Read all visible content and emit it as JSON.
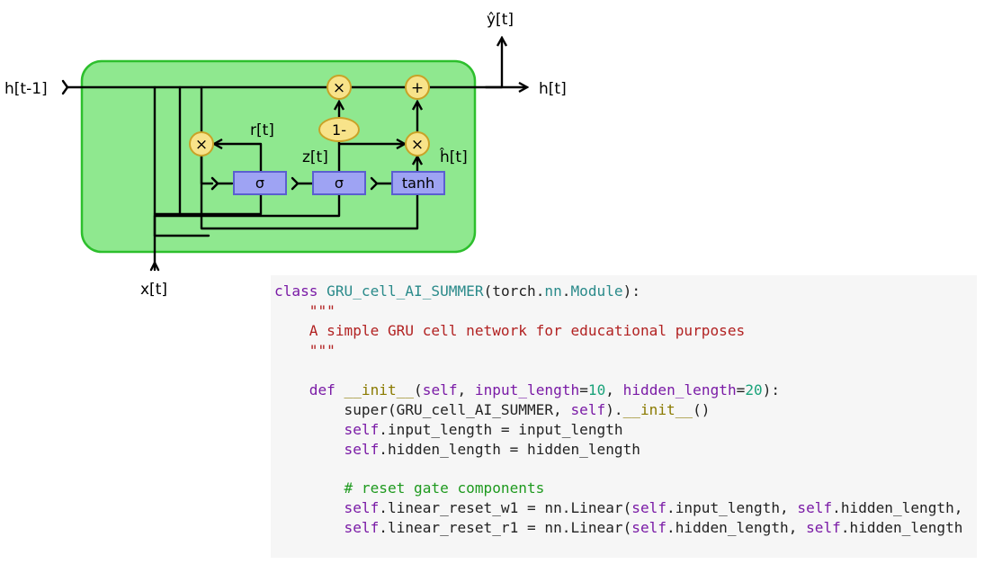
{
  "diagram": {
    "labels": {
      "h_prev": "h[t-1]",
      "h_out": "h[t]",
      "y_hat": "ŷ[t]",
      "x_in": "x[t]",
      "r": "r[t]",
      "z": "z[t]",
      "h_tilde": "ĥ[t]"
    },
    "ops": {
      "mult_top": "×",
      "add_top": "+",
      "one_minus": "1-",
      "mult_reset": "×",
      "mult_update": "×"
    },
    "blocks": {
      "sigma_reset": "σ",
      "sigma_update": "σ",
      "tanh": "tanh"
    },
    "colors": {
      "cell_fill": "#8fe88f",
      "cell_border": "#2dbf2d",
      "op_fill": "#f8e38a",
      "op_border": "#c9a227",
      "block_fill": "#9ea3f3",
      "block_border": "#5a5fd0"
    }
  },
  "code": {
    "lines": [
      [
        {
          "t": "class ",
          "c": "kw"
        },
        {
          "t": "GRU_cell_AI_SUMMER",
          "c": "cls"
        },
        {
          "t": "(torch.",
          "c": "plain"
        },
        {
          "t": "nn",
          "c": "cls"
        },
        {
          "t": ".",
          "c": "plain"
        },
        {
          "t": "Module",
          "c": "cls"
        },
        {
          "t": "):",
          "c": "plain"
        }
      ],
      [
        {
          "t": "    ",
          "c": "plain"
        },
        {
          "t": "\"\"\"",
          "c": "str"
        }
      ],
      [
        {
          "t": "    ",
          "c": "plain"
        },
        {
          "t": "A simple GRU cell network for educational purposes",
          "c": "str"
        }
      ],
      [
        {
          "t": "    ",
          "c": "plain"
        },
        {
          "t": "\"\"\"",
          "c": "str"
        }
      ],
      [
        {
          "t": "",
          "c": "plain"
        }
      ],
      [
        {
          "t": "    ",
          "c": "plain"
        },
        {
          "t": "def ",
          "c": "kw"
        },
        {
          "t": "__init__",
          "c": "dun"
        },
        {
          "t": "(",
          "c": "plain"
        },
        {
          "t": "self",
          "c": "self"
        },
        {
          "t": ", ",
          "c": "plain"
        },
        {
          "t": "input_length",
          "c": "self"
        },
        {
          "t": "=",
          "c": "plain"
        },
        {
          "t": "10",
          "c": "num"
        },
        {
          "t": ", ",
          "c": "plain"
        },
        {
          "t": "hidden_length",
          "c": "self"
        },
        {
          "t": "=",
          "c": "plain"
        },
        {
          "t": "20",
          "c": "num"
        },
        {
          "t": "):",
          "c": "plain"
        }
      ],
      [
        {
          "t": "        super(GRU_cell_AI_SUMMER, ",
          "c": "plain"
        },
        {
          "t": "self",
          "c": "self"
        },
        {
          "t": ").",
          "c": "plain"
        },
        {
          "t": "__init__",
          "c": "dun"
        },
        {
          "t": "()",
          "c": "plain"
        }
      ],
      [
        {
          "t": "        ",
          "c": "plain"
        },
        {
          "t": "self",
          "c": "self"
        },
        {
          "t": ".input_length = input_length",
          "c": "plain"
        }
      ],
      [
        {
          "t": "        ",
          "c": "plain"
        },
        {
          "t": "self",
          "c": "self"
        },
        {
          "t": ".hidden_length = hidden_length",
          "c": "plain"
        }
      ],
      [
        {
          "t": "",
          "c": "plain"
        }
      ],
      [
        {
          "t": "        ",
          "c": "plain"
        },
        {
          "t": "# reset gate components",
          "c": "cm"
        }
      ],
      [
        {
          "t": "        ",
          "c": "plain"
        },
        {
          "t": "self",
          "c": "self"
        },
        {
          "t": ".linear_reset_w1 = nn.Linear(",
          "c": "plain"
        },
        {
          "t": "self",
          "c": "self"
        },
        {
          "t": ".input_length, ",
          "c": "plain"
        },
        {
          "t": "self",
          "c": "self"
        },
        {
          "t": ".hidden_length,",
          "c": "plain"
        }
      ],
      [
        {
          "t": "        ",
          "c": "plain"
        },
        {
          "t": "self",
          "c": "self"
        },
        {
          "t": ".linear_reset_r1 = nn.Linear(",
          "c": "plain"
        },
        {
          "t": "self",
          "c": "self"
        },
        {
          "t": ".hidden_length, ",
          "c": "plain"
        },
        {
          "t": "self",
          "c": "self"
        },
        {
          "t": ".hidden_length",
          "c": "plain"
        }
      ]
    ]
  }
}
